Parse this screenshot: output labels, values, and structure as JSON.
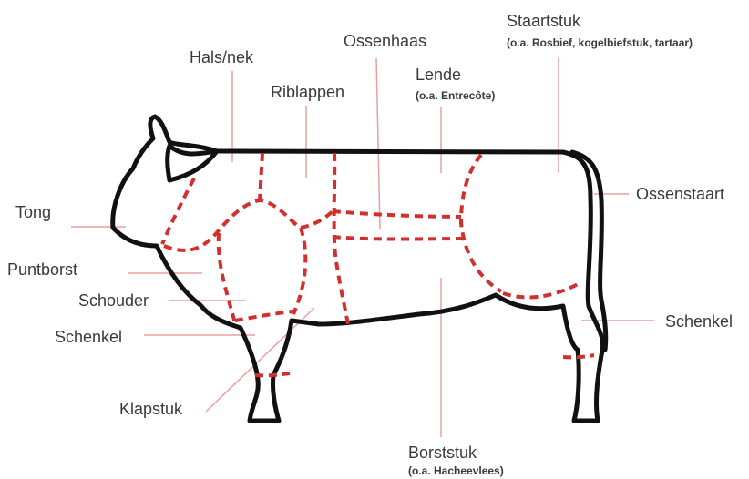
{
  "labels": {
    "staartstuk": "Staartstuk",
    "staartstuk_note": "(o.a. Rosbief, kogelbiefstuk, tartaar)",
    "ossenhaas": "Ossenhaas",
    "hals_nek": "Hals/nek",
    "lende": "Lende",
    "lende_note": "(o.a. Entrecôte)",
    "riblappen": "Riblappen",
    "tong": "Tong",
    "ossenstaart": "Ossenstaart",
    "puntborst": "Puntborst",
    "schouder": "Schouder",
    "schenkel_front": "Schenkel",
    "schenkel_hind": "Schenkel",
    "klapstuk": "Klapstuk",
    "borststuk": "Borststuk",
    "borststuk_note": "(o.a. Hacheevlees)"
  },
  "colors": {
    "outline": "#111111",
    "cut_lines": "#d32f2f",
    "leader_lines": "#e8a0a0",
    "text": "#3a3a3a"
  }
}
